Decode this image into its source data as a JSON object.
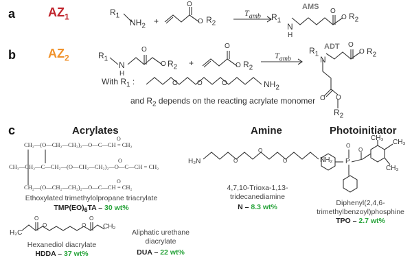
{
  "panels": {
    "a": {
      "label": "a",
      "name_base": "AZ",
      "name_sub": "1",
      "name_color": "#c0232b",
      "r1": "R",
      "r1_sub": "1",
      "nh2": "NH",
      "nh2_sub": "2",
      "plus": "+",
      "o": "O",
      "r2": "R",
      "r2_sub": "2",
      "arrow_label": "T",
      "arrow_sub": "amb",
      "product_tag": "AMS",
      "n": "N",
      "h": "H"
    },
    "b": {
      "label": "b",
      "name_base": "AZ",
      "name_sub": "2",
      "name_color": "#f0922b",
      "r1": "R",
      "r1_sub": "1",
      "n": "N",
      "h": "H",
      "plus": "+",
      "o": "O",
      "r2": "R",
      "r2_sub": "2",
      "arrow_label": "T",
      "arrow_sub": "amb",
      "product_tag": "ADT",
      "with_r1": "With R",
      "with_r1_sub": "1",
      "with_colon": " :",
      "r1_nh2": "NH",
      "r1_nh2_sub": "2",
      "r2_note": "and R",
      "r2_note_sub": "2",
      "r2_note_tail": " depends on the reacting acrylate monomer"
    },
    "c": {
      "label": "c"
    }
  },
  "acrylates": {
    "title": "Acrylates",
    "tmp": {
      "rows": [
        "CH₂—(O—CH₂—CH₂)₂—O—C—CH = CH₂",
        "CH₃—CH₂—C—CH₂—(O—CH₂—CH₂)₂—O—C—CH = CH₂",
        "CH₂—(O—CH₂—CH₂)₂—O—C—CH = CH₂"
      ],
      "o": "O",
      "name": "Ethoxylated trimethylolpropane triacrylate",
      "abbr": "TMP(EO)",
      "abbr_sub": "6",
      "abbr_tail": "TA",
      "dash": " – ",
      "wt": "30 wt%"
    },
    "hdda": {
      "name": "Hexanediol diacrylate",
      "abbr": "HDDA",
      "dash": " – ",
      "wt": "37 wt%",
      "h2c": "H₂C",
      "ch2": "CH₂",
      "o": "O"
    },
    "dua": {
      "name": [
        "Aliphatic urethane",
        "diacrylate"
      ],
      "abbr": "DUA",
      "dash": " – ",
      "wt": "22 wt%"
    }
  },
  "amine": {
    "title": "Amine",
    "h2n": "H₂N",
    "nh2": "NH₂",
    "o": "O",
    "name": [
      "4,7,10-Trioxa-1,13-",
      "tridecanediamine"
    ],
    "abbr": "N",
    "dash": " – ",
    "wt": "8.3 wt%"
  },
  "photoinitiator": {
    "title": "Photoinitiator",
    "ch3": "CH₃",
    "p": "P",
    "o": "O",
    "name": [
      "Diphenyl(2,4,6-",
      "trimethylbenzoyl)phosphine"
    ],
    "abbr": "TPO",
    "dash": " – ",
    "wt": "2.7 wt%"
  },
  "colors": {
    "green": "#27a33a",
    "az1": "#c0232b",
    "az2": "#f0922b"
  }
}
